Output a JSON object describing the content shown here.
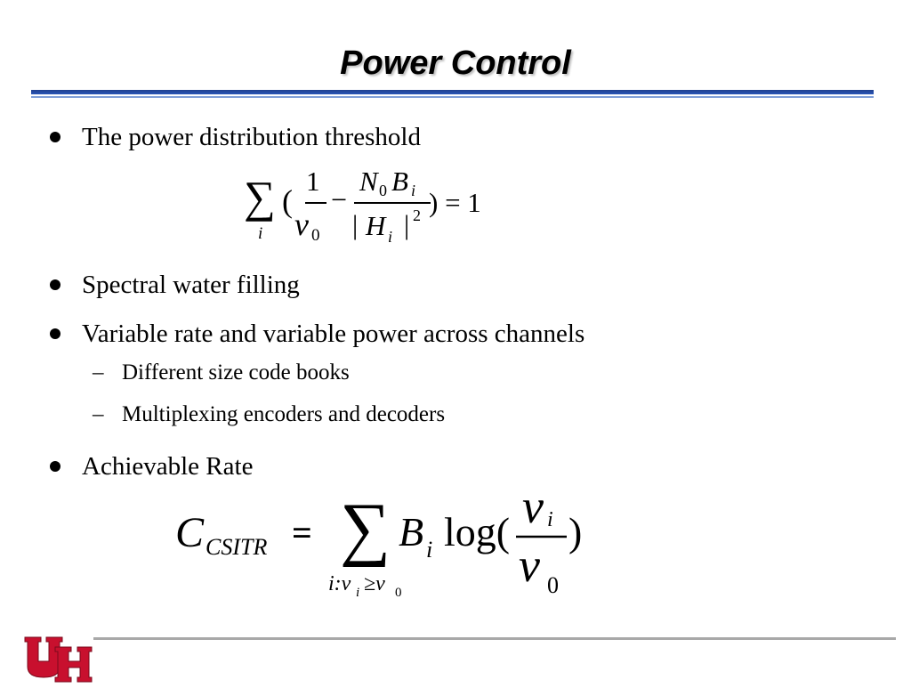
{
  "title": "Power Control",
  "bullets": [
    {
      "text": "The power distribution threshold"
    },
    {
      "text": "Spectral water filling"
    },
    {
      "text": "Variable rate and variable power across channels",
      "subitems": [
        "Different size code books",
        "Multiplexing encoders and decoders"
      ]
    },
    {
      "text": "Achievable Rate"
    }
  ],
  "equation1": {
    "sum": "∑",
    "sum_index": "i",
    "open": "(",
    "one": "1",
    "nu": "ν",
    "nu_sub": "0",
    "minus": "−",
    "N": "N",
    "N_sub": "0",
    "B": "B",
    "B_sub": "i",
    "H_bar_open": "|",
    "H": "H",
    "H_sub": "i",
    "H_bar_close": "|",
    "H_exp": "2",
    "close_eq": ") = 1"
  },
  "equation2": {
    "C": "C",
    "C_sub": "CSITR",
    "eq": "=",
    "sum": "∑",
    "sum_index": "i:ν",
    "sum_index_sub": "i",
    "sum_index_rel": "≥ν",
    "sum_index_sub2": "0",
    "B": "B",
    "B_sub": "i",
    "log": "log(",
    "nu_num": "ν",
    "nu_num_sub": "i",
    "nu_den": "ν",
    "nu_den_sub": "0",
    "close": ")"
  },
  "logo": {
    "alt_text": "UH",
    "color": "#c8102e"
  }
}
